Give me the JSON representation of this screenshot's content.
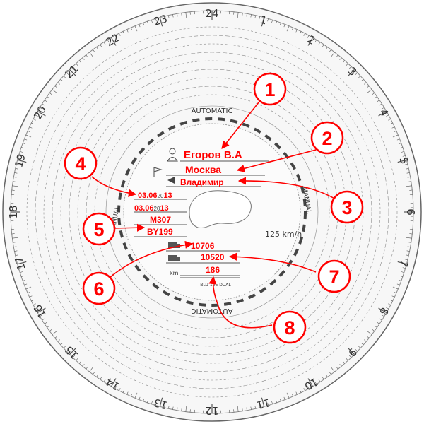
{
  "disc": {
    "ring_label": "AUTOMATIC",
    "side_label": "MANUAL",
    "speed_label": "125 km/h",
    "model_label": "BLU-125 DUAL",
    "hour_labels": [
      "24",
      "1",
      "2",
      "3",
      "4",
      "5",
      "6",
      "7",
      "8",
      "9",
      "10",
      "11",
      "12",
      "13",
      "14",
      "15",
      "16",
      "17",
      "18",
      "19",
      "20",
      "21",
      "22",
      "23"
    ],
    "symbols": {
      "driver": "person-icon",
      "start": "flag-icon",
      "end": "arrow-left-icon",
      "km": "km"
    }
  },
  "entries": {
    "driver_name": "Егоров В.А",
    "start_place": "Москва",
    "end_place": "Владимир",
    "date_start_a": "03.06",
    "date_start_mid": "20",
    "date_start_b": "13",
    "date_end_a": "03.06",
    "date_end_mid": "20",
    "date_end_b": "13",
    "vehicle_no": "M307",
    "vehicle_region": "BY199",
    "odo_end": "10706",
    "odo_start": "10520",
    "distance": "186",
    "km_label": "km"
  },
  "badges": [
    "1",
    "2",
    "3",
    "4",
    "5",
    "6",
    "7",
    "8"
  ],
  "colors": {
    "annotation": "#ff0000",
    "disc_line": "#555555"
  }
}
